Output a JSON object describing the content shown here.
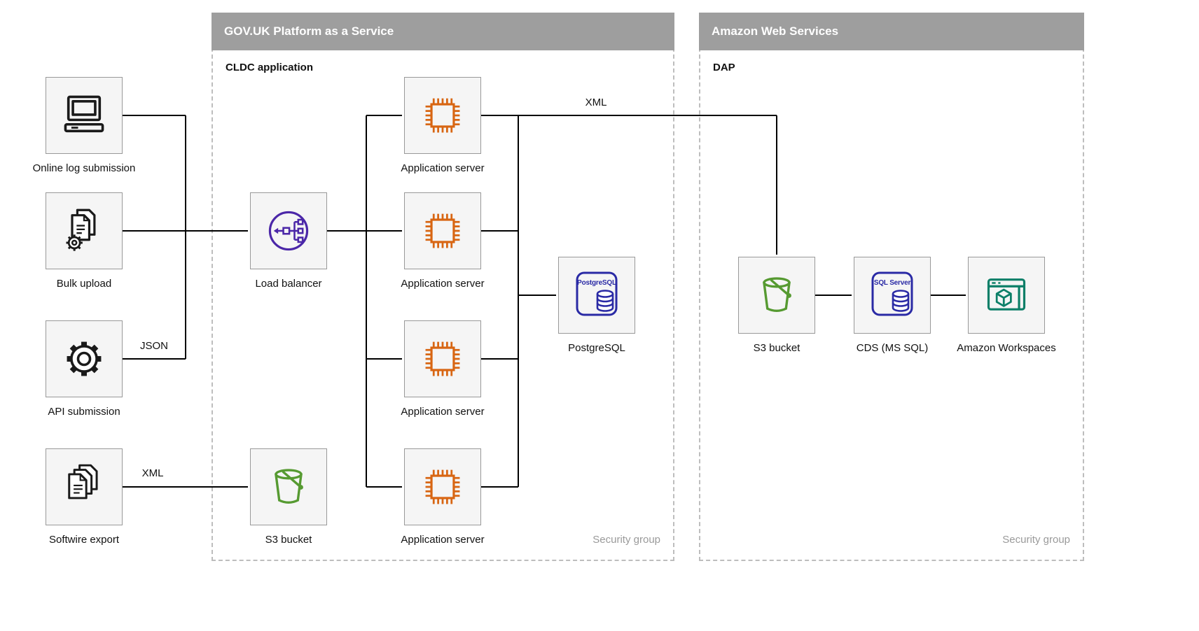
{
  "colors": {
    "header_gray": "#9e9e9e",
    "node_fill": "#f5f5f5",
    "node_border": "#999999",
    "line_black": "#000000",
    "orange_chip": "#d86613",
    "purple_lb": "#4b27a8",
    "green_s3": "#569a31",
    "navy_db": "#2a2aa5",
    "teal_workspaces": "#0d7f68",
    "dark_icon": "#1a1a1a",
    "security_gray": "#9a9a9a"
  },
  "containers": {
    "paas": {
      "title": "GOV.UK Platform as a Service",
      "sublabel": "CLDC application",
      "security_label": "Security group"
    },
    "aws": {
      "title": "Amazon Web Services",
      "sublabel": "DAP",
      "security_label": "Security group"
    }
  },
  "nodes": {
    "online_log": {
      "label": "Online log submission",
      "icon": "desktop-computer-icon"
    },
    "bulk_upload": {
      "label": "Bulk upload",
      "icon": "documents-gear-icon"
    },
    "api_submission": {
      "label": "API submission",
      "icon": "gear-icon"
    },
    "softwire_export": {
      "label": "Softwire export",
      "icon": "stacked-documents-icon"
    },
    "load_balancer": {
      "label": "Load balancer",
      "icon": "load-balancer-icon"
    },
    "s3_paas": {
      "label": "S3 bucket",
      "icon": "s3-bucket-icon"
    },
    "app_server_1": {
      "label": "Application server",
      "icon": "cpu-chip-icon"
    },
    "app_server_2": {
      "label": "Application server",
      "icon": "cpu-chip-icon"
    },
    "app_server_3": {
      "label": "Application server",
      "icon": "cpu-chip-icon"
    },
    "app_server_4": {
      "label": "Application server",
      "icon": "cpu-chip-icon"
    },
    "postgresql": {
      "label": "PostgreSQL",
      "icon": "database-icon",
      "icon_text": "PostgreSQL"
    },
    "s3_aws": {
      "label": "S3 bucket",
      "icon": "s3-bucket-icon"
    },
    "cds": {
      "label": "CDS (MS SQL)",
      "icon": "database-icon",
      "icon_text": "SQL Server"
    },
    "workspaces": {
      "label": "Amazon Workspaces",
      "icon": "workspaces-icon"
    }
  },
  "edge_labels": {
    "json_api": "JSON",
    "xml_softwire": "XML",
    "xml_appserver": "XML"
  }
}
